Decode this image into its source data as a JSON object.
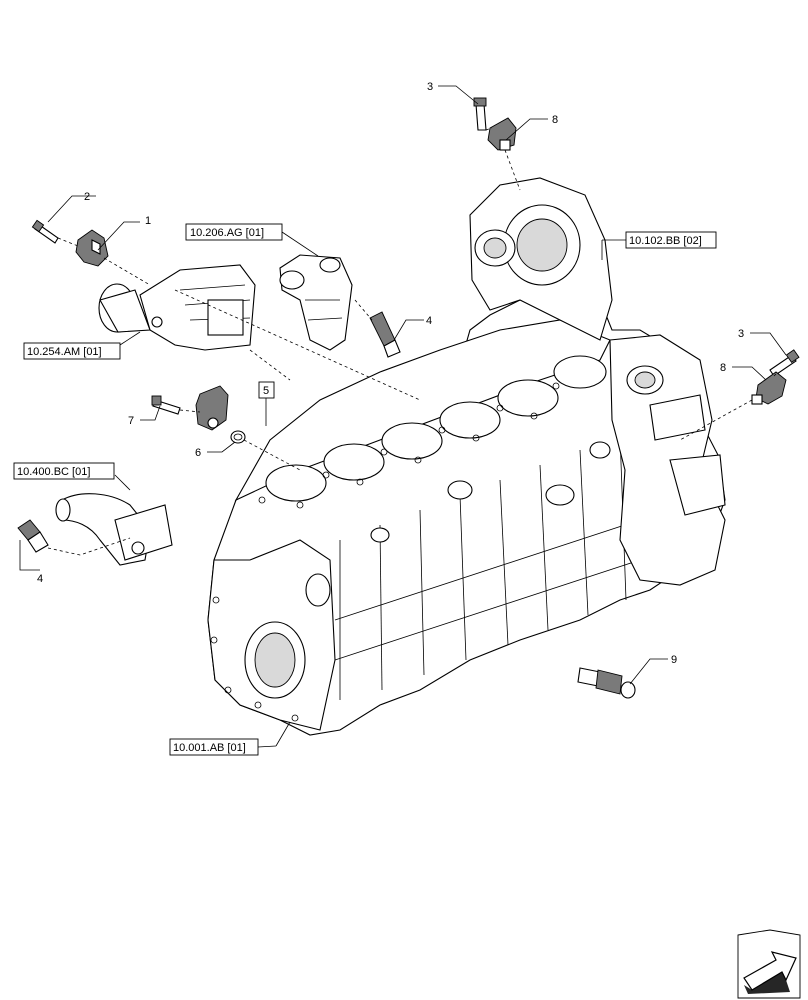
{
  "callouts": {
    "c1": "1",
    "c2": "2",
    "c3a": "3",
    "c3b": "3",
    "c4a": "4",
    "c4b": "4",
    "c5": "5",
    "c6": "6",
    "c7": "7",
    "c8a": "8",
    "c8b": "8",
    "c9": "9"
  },
  "references": {
    "r_254am": "10.254.AM [01]",
    "r_206ag": "10.206.AG [01]",
    "r_102bb": "10.102.BB [02]",
    "r_400bc": "10.400.BC [01]",
    "r_001ab": "10.001.AB [01]"
  },
  "icons": {
    "nav": "next-page-arrow-icon"
  }
}
